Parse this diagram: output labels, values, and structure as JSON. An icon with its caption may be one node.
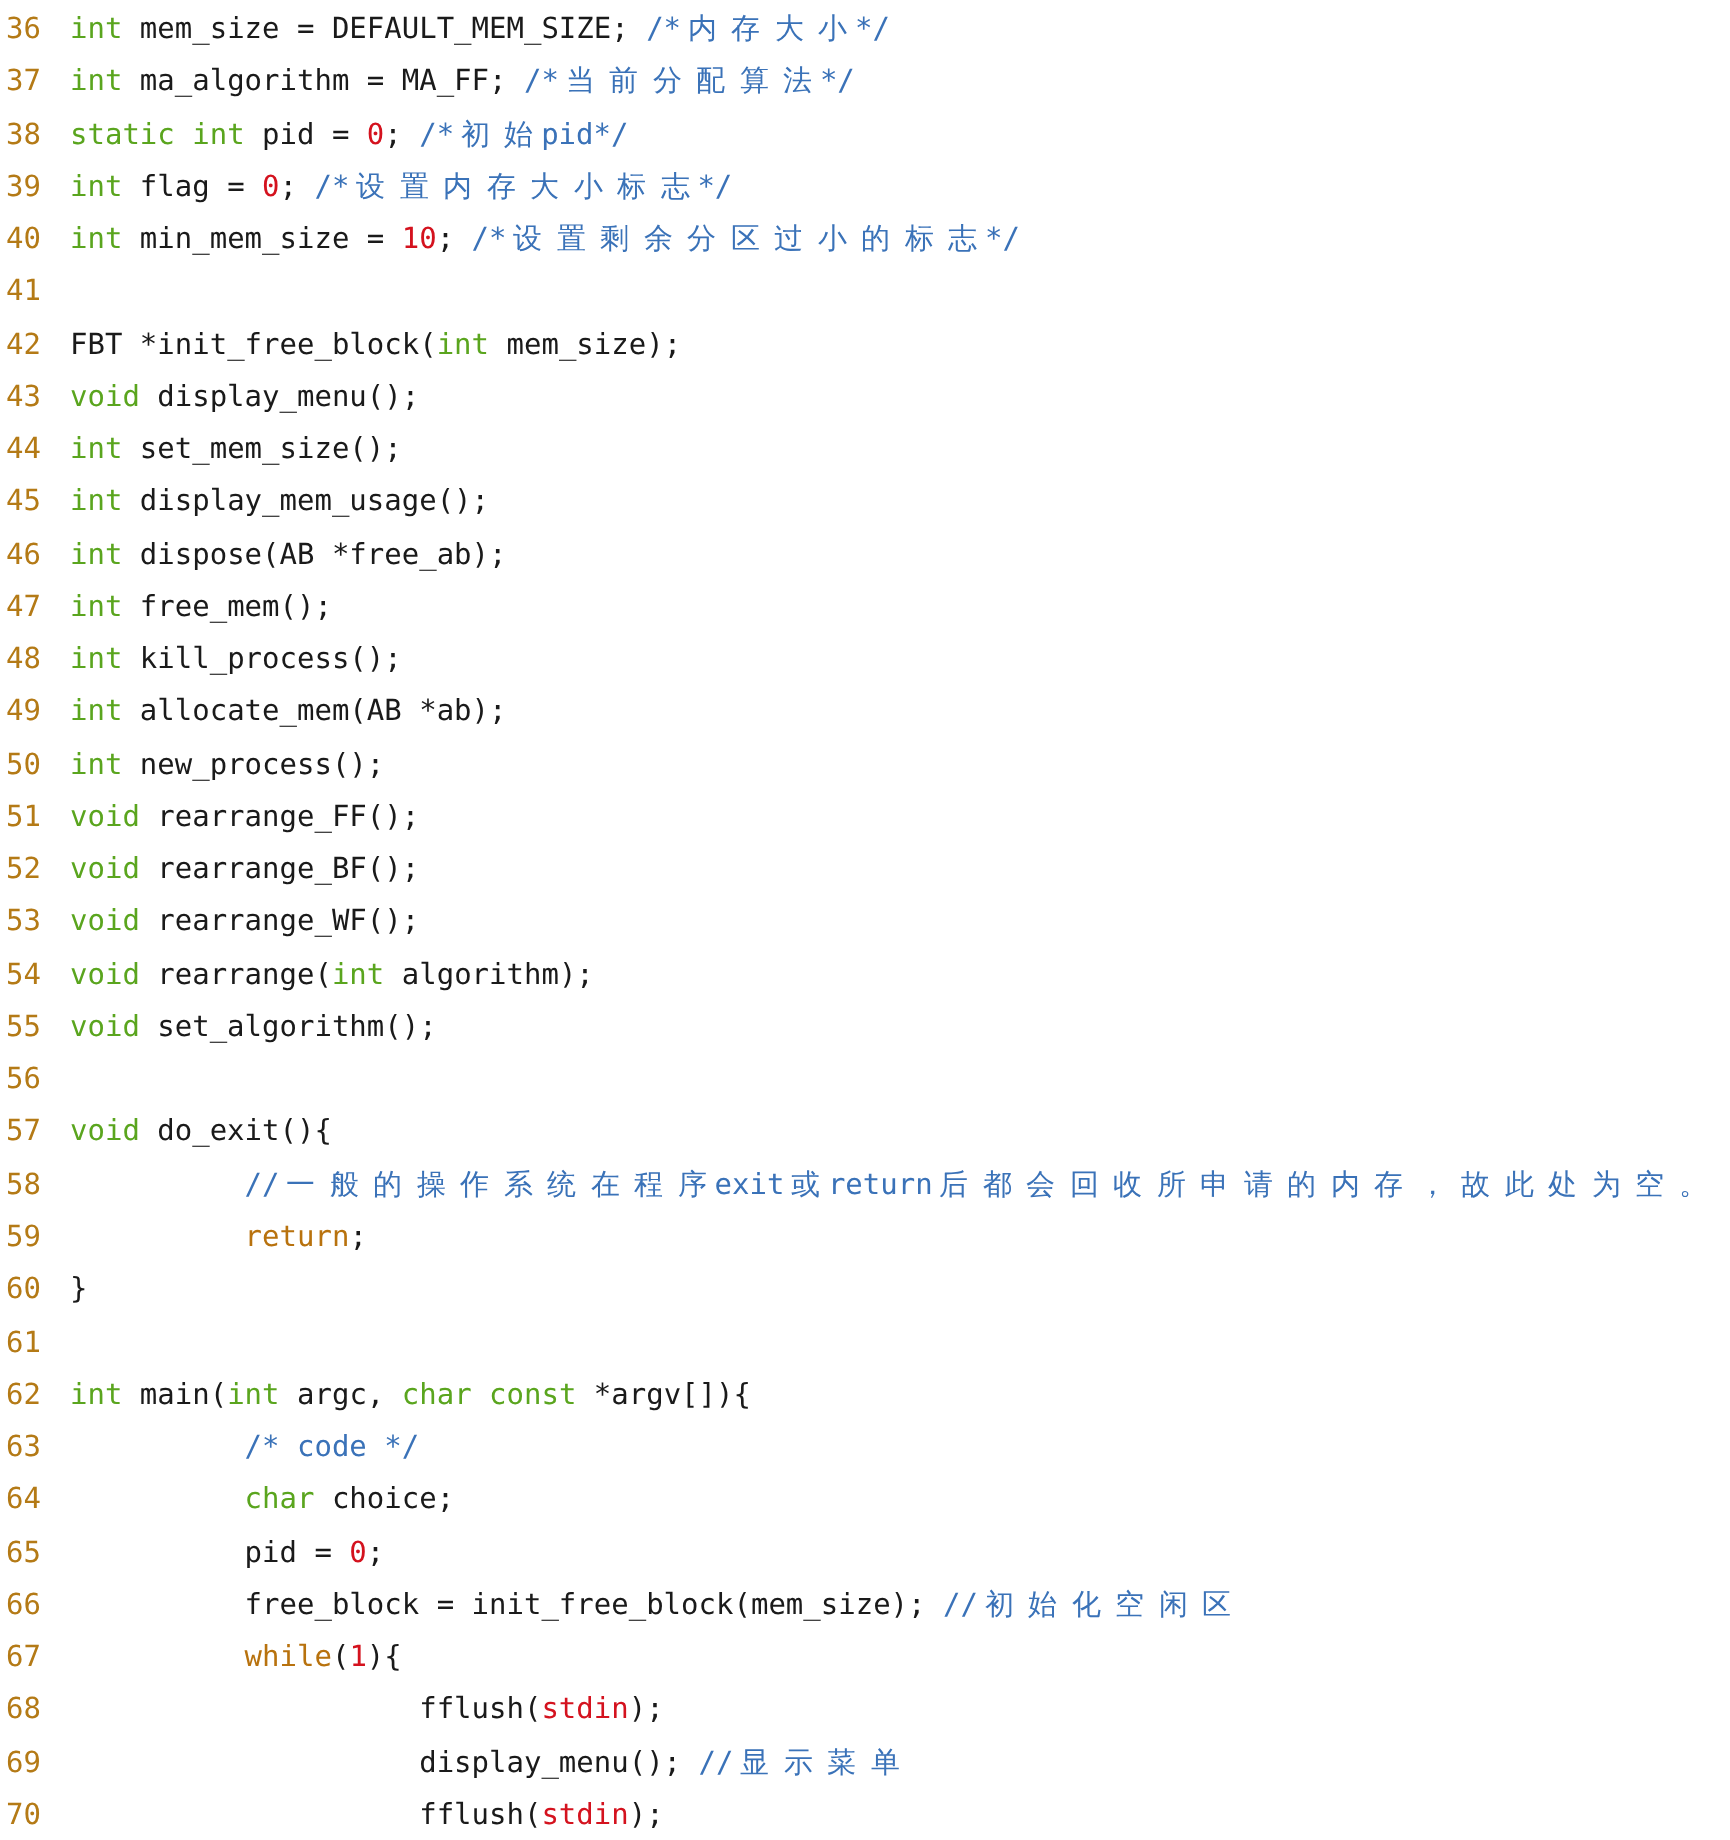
{
  "diagram": {
    "labels": [
      "36",
      "int",
      "mem_size = DEFAULT_MEM_SIZE;",
      "/*内存大小*/",
      "37",
      "int",
      "ma_algorithm = MA_FF;",
      "/*当前分配算法*/",
      "38",
      "static int",
      "pid =",
      "0",
      ";",
      "/*初始pid*/",
      "39",
      "int",
      "flag =",
      "0",
      ";",
      "/*设置内存大小标志*/",
      "40",
      "int",
      "min_mem_size =",
      "10",
      ";",
      "/*设置剩余分区过小的标志*/",
      "41",
      "42",
      "FBT *init_free_block(",
      "int",
      "mem_size);",
      "43",
      "void",
      "display_menu();",
      "44",
      "int",
      "set_mem_size();",
      "45",
      "int",
      "display_mem_usage();",
      "46",
      "int",
      "dispose(AB *free_ab);",
      "47",
      "int",
      "free_mem();",
      "48",
      "int",
      "kill_process();",
      "49",
      "int",
      "allocate_mem(AB *ab);",
      "50",
      "int",
      "new_process();",
      "51",
      "void",
      "rearrange_FF();",
      "52",
      "void",
      "rearrange_BF();",
      "53",
      "void",
      "rearrange_WF();",
      "54",
      "void",
      "rearrange(",
      "int",
      "algorithm);",
      "55",
      "void",
      "set_algorithm();",
      "56",
      "57",
      "void",
      "do_exit(){",
      "58",
      "//一般的操作系统在程序exit或return后都会回收所申请的内存，故此处为空。",
      "59",
      "return",
      ";",
      "60",
      "}",
      "61",
      "62",
      "int",
      "main(",
      "int",
      "argc,",
      "char const",
      "*argv[]){",
      "63",
      "/* code */",
      "64",
      "char",
      "choice;",
      "65",
      "pid =",
      "0",
      ";",
      "66",
      "free_block = init_free_block(mem_size);",
      "//初始化空闲区",
      "67",
      "while",
      "(",
      "1",
      "){",
      "68",
      "fflush(",
      "stdin",
      ");",
      "69",
      "display_menu();",
      "//显示菜单",
      "70",
      "fflush(",
      "stdin",
      ");"
    ]
  }
}
